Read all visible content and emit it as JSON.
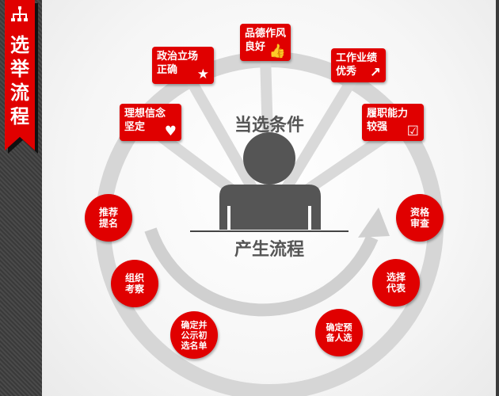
{
  "sidebar": {
    "title": "选举流程",
    "icon": "org-chart-icon"
  },
  "center": {
    "top_label": "当选条件",
    "bottom_label": "产生流程"
  },
  "conditions": [
    {
      "label1": "品德作风",
      "label2": "良好",
      "icon": "thumbs-up-icon"
    },
    {
      "label1": "政治立场",
      "label2": "正确",
      "icon": "star-icon"
    },
    {
      "label1": "工作业绩",
      "label2": "优秀",
      "icon": "arrow-up-icon"
    },
    {
      "label1": "理想信念",
      "label2": "坚定",
      "icon": "heart-icon"
    },
    {
      "label1": "履职能力",
      "label2": "较强",
      "icon": "checkbox-icon"
    }
  ],
  "steps": [
    "推荐\n提名",
    "组织\n考察",
    "确定并\n公示初\n选名单",
    "确定预\n备人选",
    "选择\n代表",
    "资格\n审查"
  ],
  "colors": {
    "accent": "#e00000",
    "ring": "#d4d4d4",
    "person": "#555555"
  }
}
